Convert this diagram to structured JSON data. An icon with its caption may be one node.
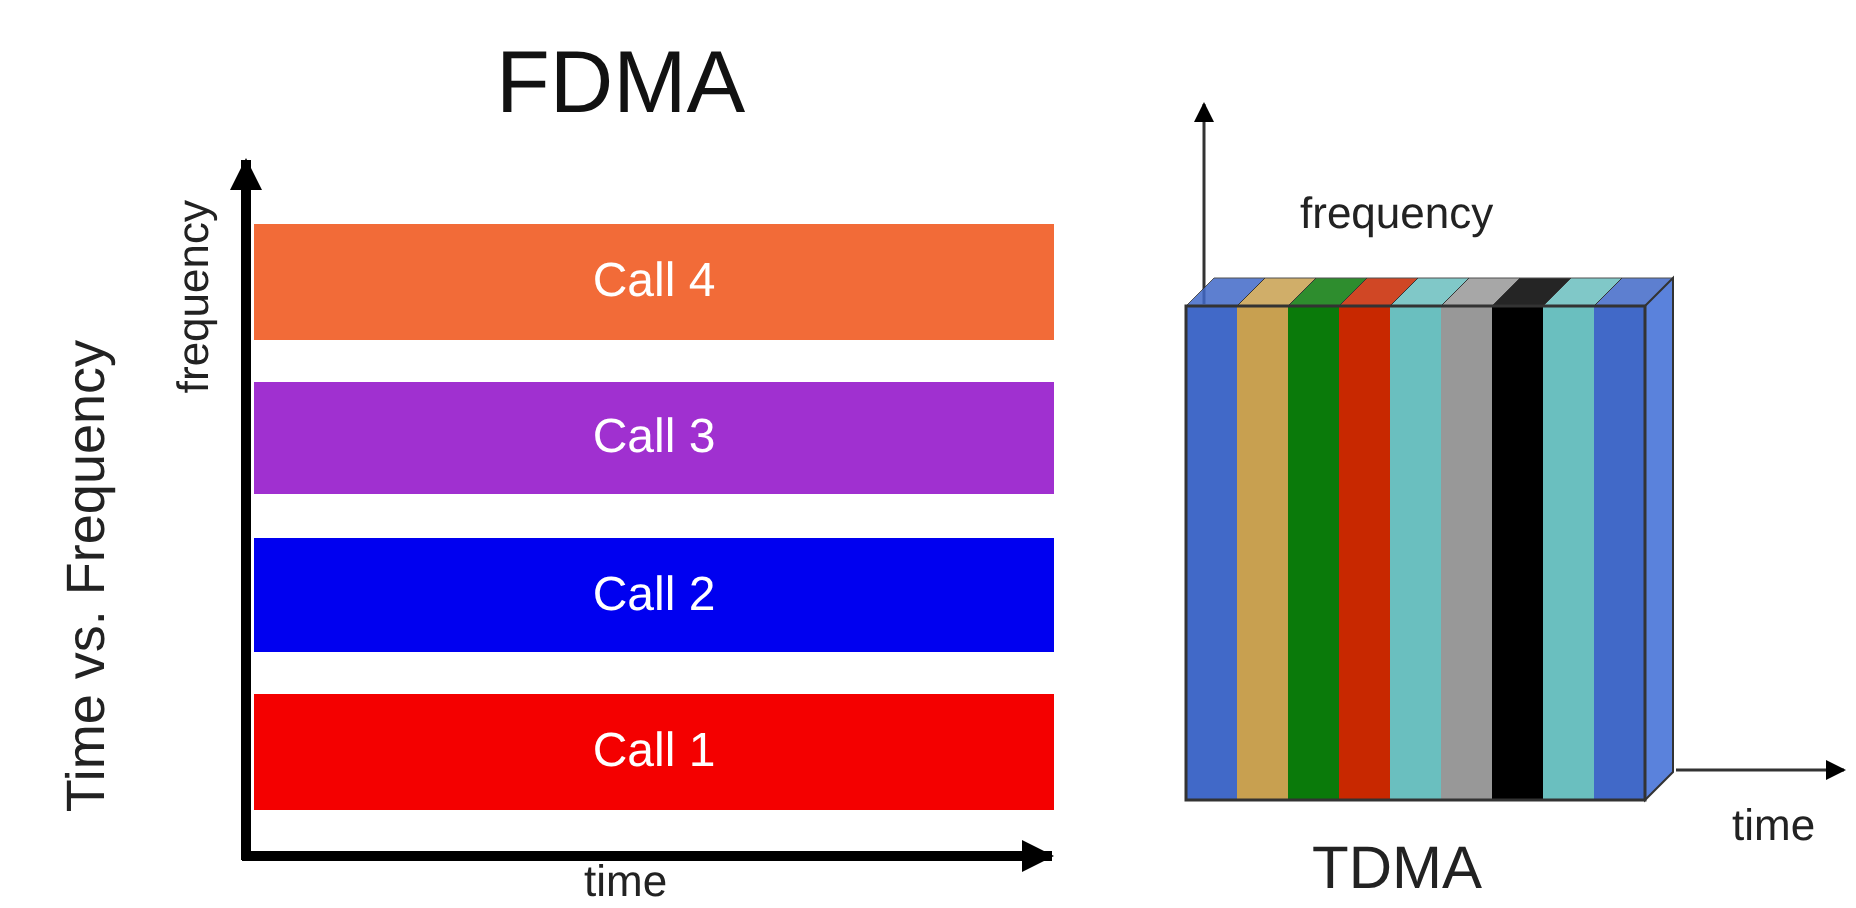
{
  "diagram": {
    "nodes": [
      {
        "text": [
          "Call 4"
        ]
      },
      {
        "text": [
          "Call 3"
        ]
      },
      {
        "text": [
          "Call 2"
        ]
      },
      {
        "text": [
          "Call 1"
        ]
      }
    ],
    "labels": [
      "FDMA",
      "Time vs. Frequency",
      "frequency",
      "time",
      "frequency",
      "time",
      "TDMA"
    ]
  }
}
